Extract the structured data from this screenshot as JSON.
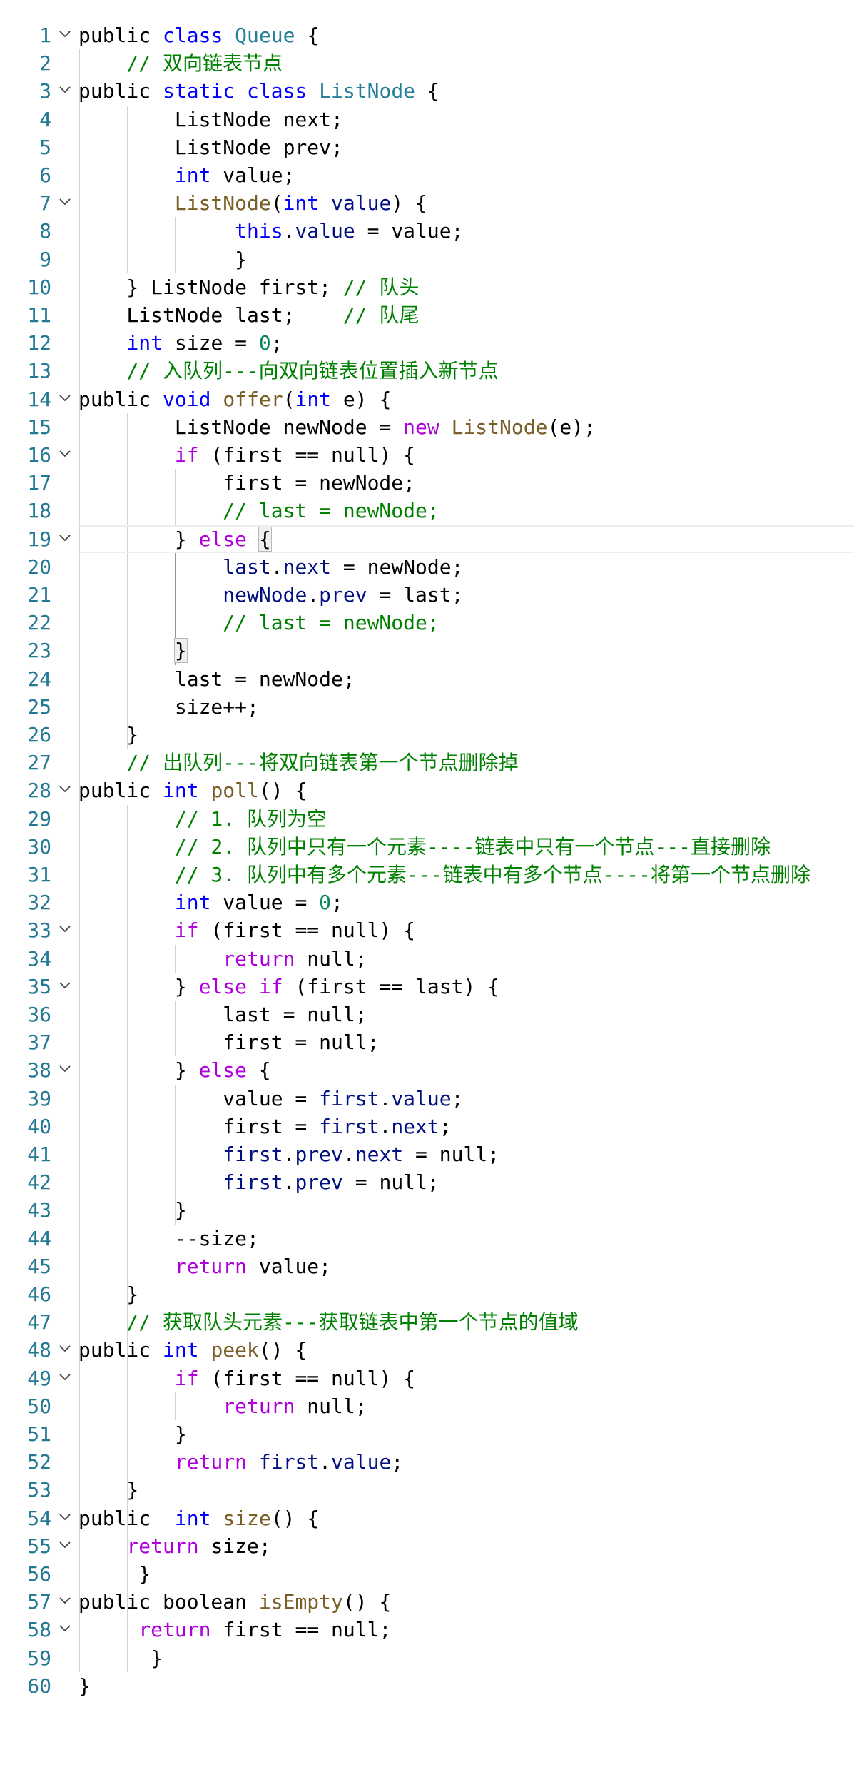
{
  "lines": [
    {
      "n": "1",
      "fold": true,
      "t": [
        [
          "public ",
          ""
        ],
        [
          "class ",
          "k1"
        ],
        [
          "Queue",
          "ty"
        ],
        [
          " {",
          ""
        ]
      ]
    },
    {
      "n": "2",
      "t": [
        [
          "    // 双向链表节点",
          "cm"
        ]
      ]
    },
    {
      "n": "3",
      "fold": true,
      "t": [
        [
          "public ",
          ""
        ],
        [
          "static class ",
          "k1"
        ],
        [
          "ListNode",
          "ty"
        ],
        [
          " {",
          ""
        ]
      ]
    },
    {
      "n": "4",
      "t": [
        [
          "        ListNode next;",
          ""
        ]
      ]
    },
    {
      "n": "5",
      "t": [
        [
          "        ListNode prev;",
          ""
        ]
      ]
    },
    {
      "n": "6",
      "t": [
        [
          "        ",
          ""
        ],
        [
          "int",
          "k1"
        ],
        [
          " value;",
          ""
        ]
      ]
    },
    {
      "n": "7",
      "fold": true,
      "t": [
        [
          "        ",
          ""
        ],
        [
          "ListNode",
          "fn"
        ],
        [
          "(",
          ""
        ],
        [
          "int",
          "k1"
        ],
        [
          " ",
          ""
        ],
        [
          "value",
          "vr"
        ],
        [
          ") {",
          ""
        ]
      ]
    },
    {
      "n": "8",
      "t": [
        [
          "             ",
          ""
        ],
        [
          "this",
          "k1"
        ],
        [
          ".",
          ""
        ],
        [
          "value",
          "vr"
        ],
        [
          " = value;",
          ""
        ]
      ]
    },
    {
      "n": "9",
      "t": [
        [
          "             }",
          ""
        ]
      ]
    },
    {
      "n": "10",
      "t": [
        [
          "    } ListNode first; ",
          ""
        ],
        [
          "// 队头",
          "cm"
        ]
      ]
    },
    {
      "n": "11",
      "t": [
        [
          "    ListNode last;    ",
          ""
        ],
        [
          "// 队尾",
          "cm"
        ]
      ]
    },
    {
      "n": "12",
      "t": [
        [
          "    ",
          ""
        ],
        [
          "int",
          "k1"
        ],
        [
          " size = ",
          ""
        ],
        [
          "0",
          "nm"
        ],
        [
          ";",
          ""
        ]
      ]
    },
    {
      "n": "13",
      "t": [
        [
          "    // 入队列---向双向链表位置插入新节点",
          "cm"
        ]
      ]
    },
    {
      "n": "14",
      "fold": true,
      "t": [
        [
          "public ",
          ""
        ],
        [
          "void ",
          "k1"
        ],
        [
          "offer",
          "fn"
        ],
        [
          "(",
          ""
        ],
        [
          "int",
          "k1"
        ],
        [
          " e) {",
          ""
        ]
      ]
    },
    {
      "n": "15",
      "t": [
        [
          "        ListNode newNode = ",
          ""
        ],
        [
          "new ",
          "k2"
        ],
        [
          "ListNode",
          "fn"
        ],
        [
          "(e);",
          ""
        ]
      ]
    },
    {
      "n": "16",
      "fold": true,
      "t": [
        [
          "        ",
          ""
        ],
        [
          "if",
          "k2"
        ],
        [
          " (first == null) {",
          ""
        ]
      ]
    },
    {
      "n": "17",
      "t": [
        [
          "            first = newNode;",
          ""
        ]
      ]
    },
    {
      "n": "18",
      "t": [
        [
          "            // last = newNode;",
          "cm"
        ]
      ]
    },
    {
      "n": "19",
      "fold": true,
      "t": [
        [
          "        } ",
          ""
        ],
        [
          "else",
          "k2"
        ],
        [
          " ",
          ""
        ],
        [
          "{",
          "bm"
        ]
      ]
    },
    {
      "n": "20",
      "t": [
        [
          "            ",
          ""
        ],
        [
          "last",
          "vr"
        ],
        [
          ".",
          ""
        ],
        [
          "next",
          "vr"
        ],
        [
          " = newNode;",
          ""
        ]
      ]
    },
    {
      "n": "21",
      "t": [
        [
          "            ",
          ""
        ],
        [
          "newNode",
          "vr"
        ],
        [
          ".",
          ""
        ],
        [
          "prev",
          "vr"
        ],
        [
          " = last;",
          ""
        ]
      ]
    },
    {
      "n": "22",
      "t": [
        [
          "            // last = newNode;",
          "cm"
        ]
      ]
    },
    {
      "n": "23",
      "t": [
        [
          "        ",
          ""
        ],
        [
          "}",
          "bm"
        ]
      ]
    },
    {
      "n": "24",
      "t": [
        [
          "        last = newNode;",
          ""
        ]
      ]
    },
    {
      "n": "25",
      "t": [
        [
          "        size++;",
          ""
        ]
      ]
    },
    {
      "n": "26",
      "t": [
        [
          "    }",
          ""
        ]
      ]
    },
    {
      "n": "27",
      "t": [
        [
          "    // 出队列---将双向链表第一个节点删除掉",
          "cm"
        ]
      ]
    },
    {
      "n": "28",
      "fold": true,
      "t": [
        [
          "public ",
          ""
        ],
        [
          "int ",
          "k1"
        ],
        [
          "poll",
          "fn"
        ],
        [
          "() {",
          ""
        ]
      ]
    },
    {
      "n": "29",
      "t": [
        [
          "        // 1. 队列为空",
          "cm"
        ]
      ]
    },
    {
      "n": "30",
      "t": [
        [
          "        // 2. 队列中只有一个元素----链表中只有一个节点---直接删除",
          "cm"
        ]
      ]
    },
    {
      "n": "31",
      "t": [
        [
          "        // 3. 队列中有多个元素---链表中有多个节点----将第一个节点删除",
          "cm"
        ]
      ]
    },
    {
      "n": "32",
      "t": [
        [
          "        ",
          ""
        ],
        [
          "int",
          "k1"
        ],
        [
          " value = ",
          ""
        ],
        [
          "0",
          "nm"
        ],
        [
          ";",
          ""
        ]
      ]
    },
    {
      "n": "33",
      "fold": true,
      "t": [
        [
          "        ",
          ""
        ],
        [
          "if",
          "k2"
        ],
        [
          " (first == null) {",
          ""
        ]
      ]
    },
    {
      "n": "34",
      "t": [
        [
          "            ",
          ""
        ],
        [
          "return",
          "k2"
        ],
        [
          " null;",
          ""
        ]
      ]
    },
    {
      "n": "35",
      "fold": true,
      "t": [
        [
          "        } ",
          ""
        ],
        [
          "else if",
          "k2"
        ],
        [
          " (first == last) {",
          ""
        ]
      ]
    },
    {
      "n": "36",
      "t": [
        [
          "            last = null;",
          ""
        ]
      ]
    },
    {
      "n": "37",
      "t": [
        [
          "            first = null;",
          ""
        ]
      ]
    },
    {
      "n": "38",
      "fold": true,
      "t": [
        [
          "        } ",
          ""
        ],
        [
          "else",
          "k2"
        ],
        [
          " {",
          ""
        ]
      ]
    },
    {
      "n": "39",
      "t": [
        [
          "            value = ",
          ""
        ],
        [
          "first",
          "vr"
        ],
        [
          ".",
          ""
        ],
        [
          "value",
          "vr"
        ],
        [
          ";",
          ""
        ]
      ]
    },
    {
      "n": "40",
      "t": [
        [
          "            first = ",
          ""
        ],
        [
          "first",
          "vr"
        ],
        [
          ".",
          ""
        ],
        [
          "next",
          "vr"
        ],
        [
          ";",
          ""
        ]
      ]
    },
    {
      "n": "41",
      "t": [
        [
          "            ",
          ""
        ],
        [
          "first",
          "vr"
        ],
        [
          ".",
          ""
        ],
        [
          "prev",
          "vr"
        ],
        [
          ".",
          ""
        ],
        [
          "next",
          "vr"
        ],
        [
          " = null;",
          ""
        ]
      ]
    },
    {
      "n": "42",
      "t": [
        [
          "            ",
          ""
        ],
        [
          "first",
          "vr"
        ],
        [
          ".",
          ""
        ],
        [
          "prev",
          "vr"
        ],
        [
          " = null;",
          ""
        ]
      ]
    },
    {
      "n": "43",
      "t": [
        [
          "        }",
          ""
        ]
      ]
    },
    {
      "n": "44",
      "t": [
        [
          "        --size;",
          ""
        ]
      ]
    },
    {
      "n": "45",
      "t": [
        [
          "        ",
          ""
        ],
        [
          "return",
          "k2"
        ],
        [
          " value;",
          ""
        ]
      ]
    },
    {
      "n": "46",
      "t": [
        [
          "    }",
          ""
        ]
      ]
    },
    {
      "n": "47",
      "t": [
        [
          "    // 获取队头元素---获取链表中第一个节点的值域",
          "cm"
        ]
      ]
    },
    {
      "n": "48",
      "fold": true,
      "t": [
        [
          "public ",
          ""
        ],
        [
          "int ",
          "k1"
        ],
        [
          "peek",
          "fn"
        ],
        [
          "() {",
          ""
        ]
      ]
    },
    {
      "n": "49",
      "fold": true,
      "t": [
        [
          "        ",
          ""
        ],
        [
          "if",
          "k2"
        ],
        [
          " (first == null) {",
          ""
        ]
      ]
    },
    {
      "n": "50",
      "t": [
        [
          "            ",
          ""
        ],
        [
          "return",
          "k2"
        ],
        [
          " null;",
          ""
        ]
      ]
    },
    {
      "n": "51",
      "t": [
        [
          "        }",
          ""
        ]
      ]
    },
    {
      "n": "52",
      "t": [
        [
          "        ",
          ""
        ],
        [
          "return",
          "k2"
        ],
        [
          " ",
          ""
        ],
        [
          "first",
          "vr"
        ],
        [
          ".",
          ""
        ],
        [
          "value",
          "vr"
        ],
        [
          ";",
          ""
        ]
      ]
    },
    {
      "n": "53",
      "t": [
        [
          "    }",
          ""
        ]
      ]
    },
    {
      "n": "54",
      "fold": true,
      "t": [
        [
          "public  ",
          ""
        ],
        [
          "int ",
          "k1"
        ],
        [
          "size",
          "fn"
        ],
        [
          "() {",
          ""
        ]
      ]
    },
    {
      "n": "55",
      "fold": true,
      "t": [
        [
          "    ",
          ""
        ],
        [
          "return",
          "k2"
        ],
        [
          " size;",
          ""
        ]
      ]
    },
    {
      "n": "56",
      "t": [
        [
          "     }",
          ""
        ]
      ]
    },
    {
      "n": "57",
      "fold": true,
      "t": [
        [
          "public boolean ",
          ""
        ],
        [
          "isEmpty",
          "fn"
        ],
        [
          "() {",
          ""
        ]
      ]
    },
    {
      "n": "58",
      "fold": true,
      "t": [
        [
          "     ",
          ""
        ],
        [
          "return",
          "k2"
        ],
        [
          " first == null;",
          ""
        ]
      ]
    },
    {
      "n": "59",
      "t": [
        [
          "      }",
          ""
        ]
      ]
    },
    {
      "n": "60",
      "t": [
        [
          "}",
          ""
        ]
      ]
    }
  ]
}
